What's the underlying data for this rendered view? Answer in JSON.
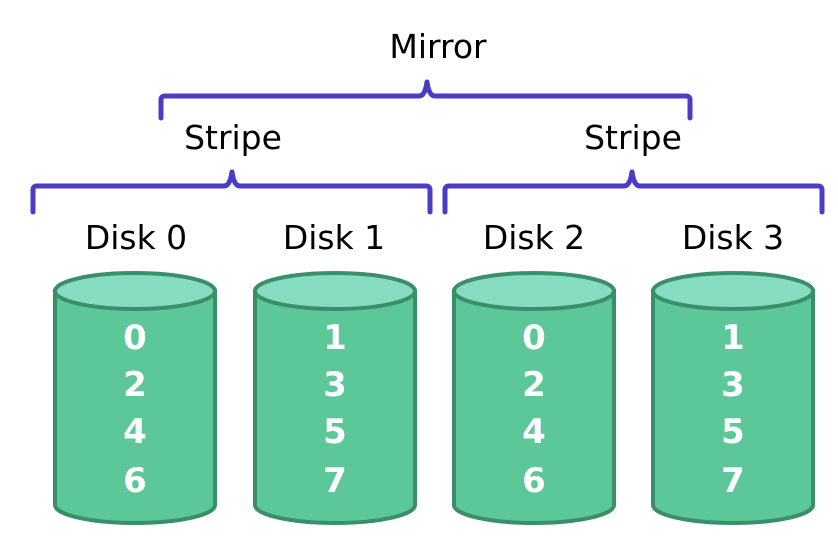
{
  "colors": {
    "bracket": "#4a3cc4",
    "cylinder_fill": "#5cc89a",
    "cylinder_top": "#86dcc0",
    "cylinder_stroke": "#3a8f6a",
    "text": "#000000",
    "block_text": "#ffffff"
  },
  "mirror": {
    "label": "Mirror"
  },
  "stripes": [
    {
      "label": "Stripe"
    },
    {
      "label": "Stripe"
    }
  ],
  "disks": [
    {
      "label": "Disk 0",
      "blocks": [
        "0",
        "2",
        "4",
        "6"
      ]
    },
    {
      "label": "Disk 1",
      "blocks": [
        "1",
        "3",
        "5",
        "7"
      ]
    },
    {
      "label": "Disk 2",
      "blocks": [
        "0",
        "2",
        "4",
        "6"
      ]
    },
    {
      "label": "Disk 3",
      "blocks": [
        "1",
        "3",
        "5",
        "7"
      ]
    }
  ]
}
